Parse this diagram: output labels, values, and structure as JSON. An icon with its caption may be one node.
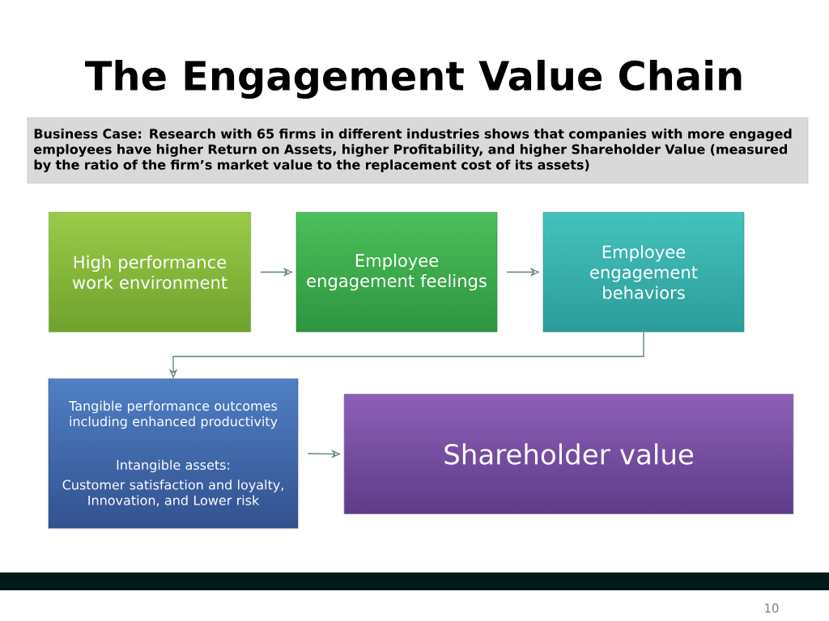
{
  "diagram": {
    "title": "The Engagement Value Chain",
    "nodes": [
      {
        "text": [
          "Business Case: Research with 65 firms in different industries shows that companies with more engaged employees have higher Return on Assets, higher Profitability, and higher Shareholder Value (measured by the ratio of the firm’s market value to the replacement cost of its assets)"
        ]
      },
      {
        "text": [
          "High performance work environment"
        ]
      },
      {
        "text": [
          "Employee engagement feelings"
        ]
      },
      {
        "text": [
          "Employee engagement behaviors"
        ]
      },
      {
        "text": [
          "Tangible performance outcomes including enhanced productivity",
          "Intangible assets:",
          "Customer satisfaction and loyalty, Innovation, and Lower risk"
        ]
      },
      {
        "text": [
          "Shareholder value"
        ]
      }
    ],
    "edges": [
      {
        "from": 1,
        "to": 2,
        "arrow": "to"
      },
      {
        "from": 2,
        "to": 3,
        "arrow": "to"
      },
      {
        "from": 3,
        "to": 4,
        "arrow": "to"
      },
      {
        "from": 4,
        "to": 5,
        "arrow": "to"
      }
    ],
    "labels": [
      "10"
    ]
  }
}
